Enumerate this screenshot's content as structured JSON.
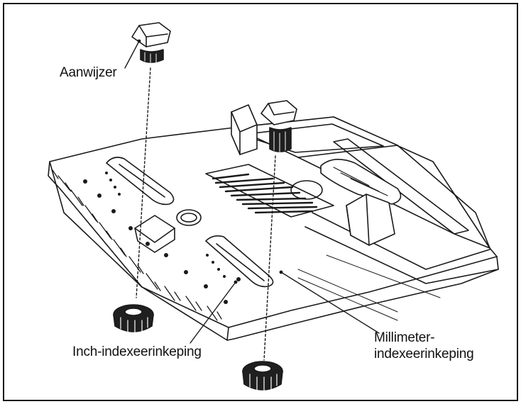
{
  "labels": {
    "pointer": "Aanwijzer",
    "inch_notch": "Inch-indexeerinkeping",
    "mm_notch_line1": "Millimeter-",
    "mm_notch_line2": "indexeerinkeping"
  },
  "colors": {
    "line": "#1a1a1a",
    "fill_light": "#ffffff",
    "fill_dark": "#1f1f1f"
  }
}
